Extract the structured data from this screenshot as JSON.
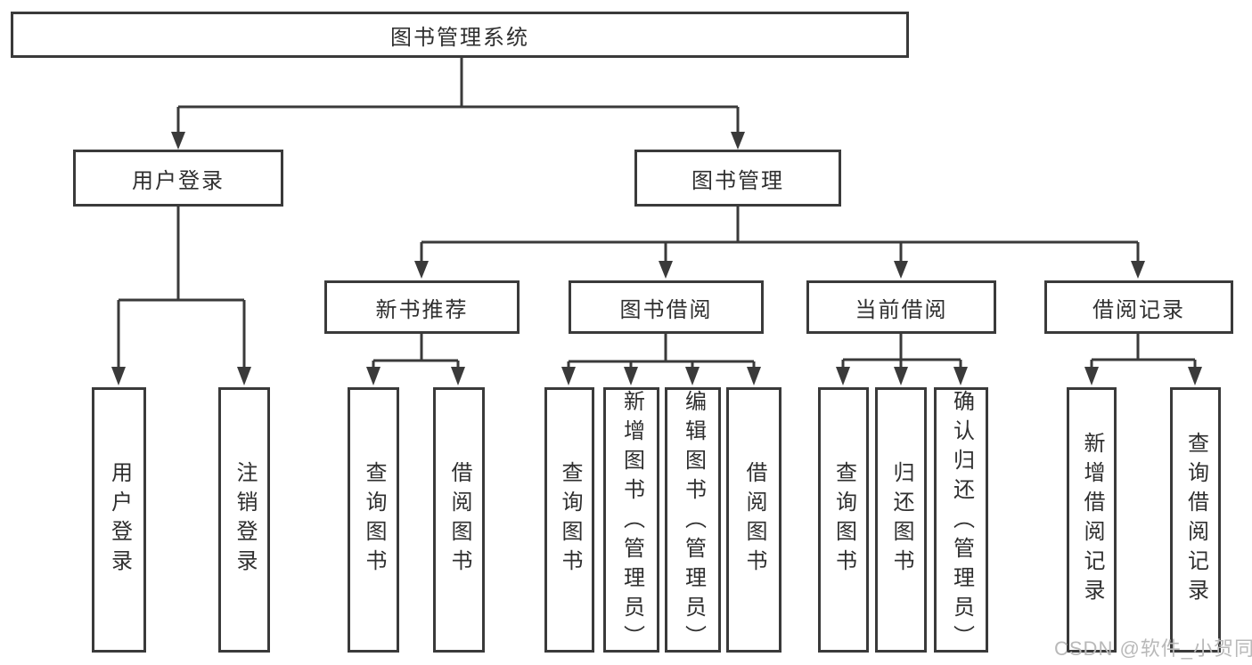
{
  "diagram_title": "图书管理系统",
  "tree": {
    "root": {
      "label": "图书管理系统"
    },
    "level2": [
      {
        "label": "用户登录"
      },
      {
        "label": "图书管理"
      }
    ],
    "level3": [
      {
        "label": "新书推荐",
        "parent": "图书管理"
      },
      {
        "label": "图书借阅",
        "parent": "图书管理"
      },
      {
        "label": "当前借阅",
        "parent": "图书管理"
      },
      {
        "label": "借阅记录",
        "parent": "图书管理"
      }
    ],
    "leaves": [
      {
        "label": "用户登录",
        "parent": "用户登录"
      },
      {
        "label": "注销登录",
        "parent": "用户登录"
      },
      {
        "label": "查询图书",
        "parent": "新书推荐"
      },
      {
        "label": "借阅图书",
        "parent": "新书推荐"
      },
      {
        "label": "查询图书",
        "parent": "图书借阅"
      },
      {
        "label": "新增图书（管理员）",
        "parent": "图书借阅"
      },
      {
        "label": "编辑图书（管理员）",
        "parent": "图书借阅"
      },
      {
        "label": "借阅图书",
        "parent": "图书借阅"
      },
      {
        "label": "查询图书",
        "parent": "当前借阅"
      },
      {
        "label": "归还图书",
        "parent": "当前借阅"
      },
      {
        "label": "确认归还（管理员）",
        "parent": "当前借阅"
      },
      {
        "label": "新增借阅记录",
        "parent": "借阅记录"
      },
      {
        "label": "查询借阅记录",
        "parent": "借阅记录"
      }
    ]
  },
  "watermark": {
    "text": "CSDN @软件_小贺同学",
    "color": "#b9b9b9"
  },
  "colors": {
    "line": "#3a3a3a",
    "box_border": "#3a3a3a",
    "text": "#2f2f2f",
    "background": "#ffffff"
  }
}
